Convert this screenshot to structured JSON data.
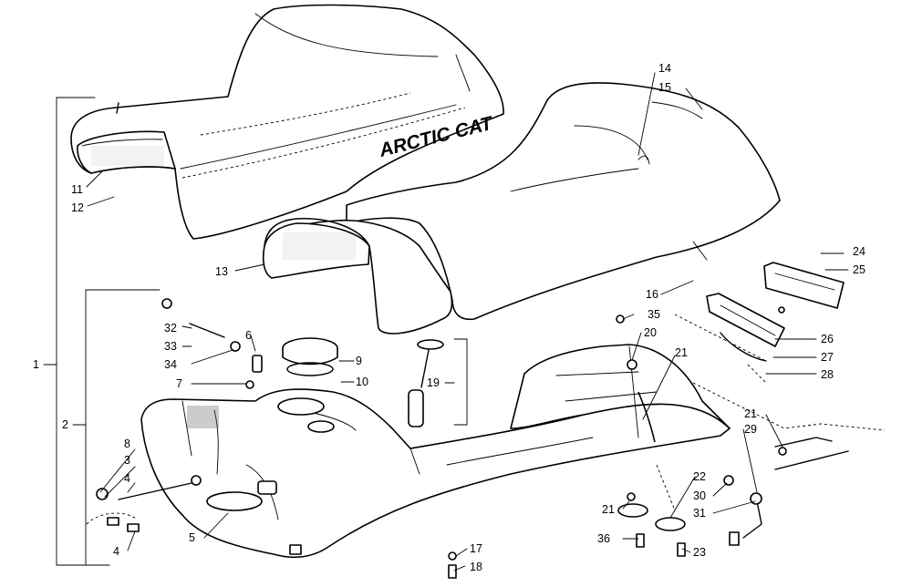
{
  "brand_text": "ARCTIC CAT",
  "callouts": {
    "c1": "1",
    "c2": "2",
    "c3": "3",
    "c4a": "4",
    "c4b": "4",
    "c5": "5",
    "c6": "6",
    "c7": "7",
    "c8": "8",
    "c9": "9",
    "c10": "10",
    "c11": "11",
    "c12": "12",
    "c13": "13",
    "c14": "14",
    "c15": "15",
    "c16": "16",
    "c17": "17",
    "c18": "18",
    "c19": "19",
    "c20": "20",
    "c21a": "21",
    "c21b": "21",
    "c21c": "21",
    "c22": "22",
    "c23": "23",
    "c24": "24",
    "c25": "25",
    "c26": "26",
    "c27": "27",
    "c28": "28",
    "c29": "29",
    "c30": "30",
    "c31": "31",
    "c32": "32",
    "c33": "33",
    "c34": "34",
    "c35": "35",
    "c36": "36"
  }
}
